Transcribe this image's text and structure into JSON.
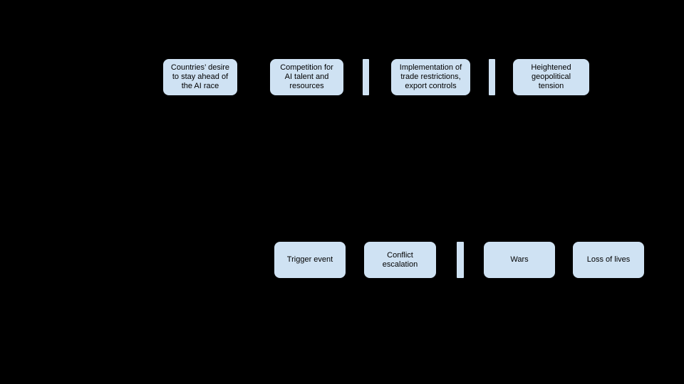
{
  "colors": {
    "background": "#000000",
    "node_fill": "#cfe2f3",
    "node_text": "#000000",
    "separator_fill": "#cfe2f3"
  },
  "diagram": {
    "top_row": [
      {
        "label": "Countries’ desire\nto stay ahead of\nthe AI race"
      },
      {
        "label": "Competition for\nAI talent and\nresources"
      },
      {
        "label": "Implementation of\ntrade restrictions,\nexport controls"
      },
      {
        "label": "Heightened\ngeopolitical\ntension"
      }
    ],
    "bottom_row": [
      {
        "label": "Trigger event"
      },
      {
        "label": "Conflict\nescalation"
      },
      {
        "label": "Wars"
      },
      {
        "label": "Loss of lives"
      }
    ]
  }
}
